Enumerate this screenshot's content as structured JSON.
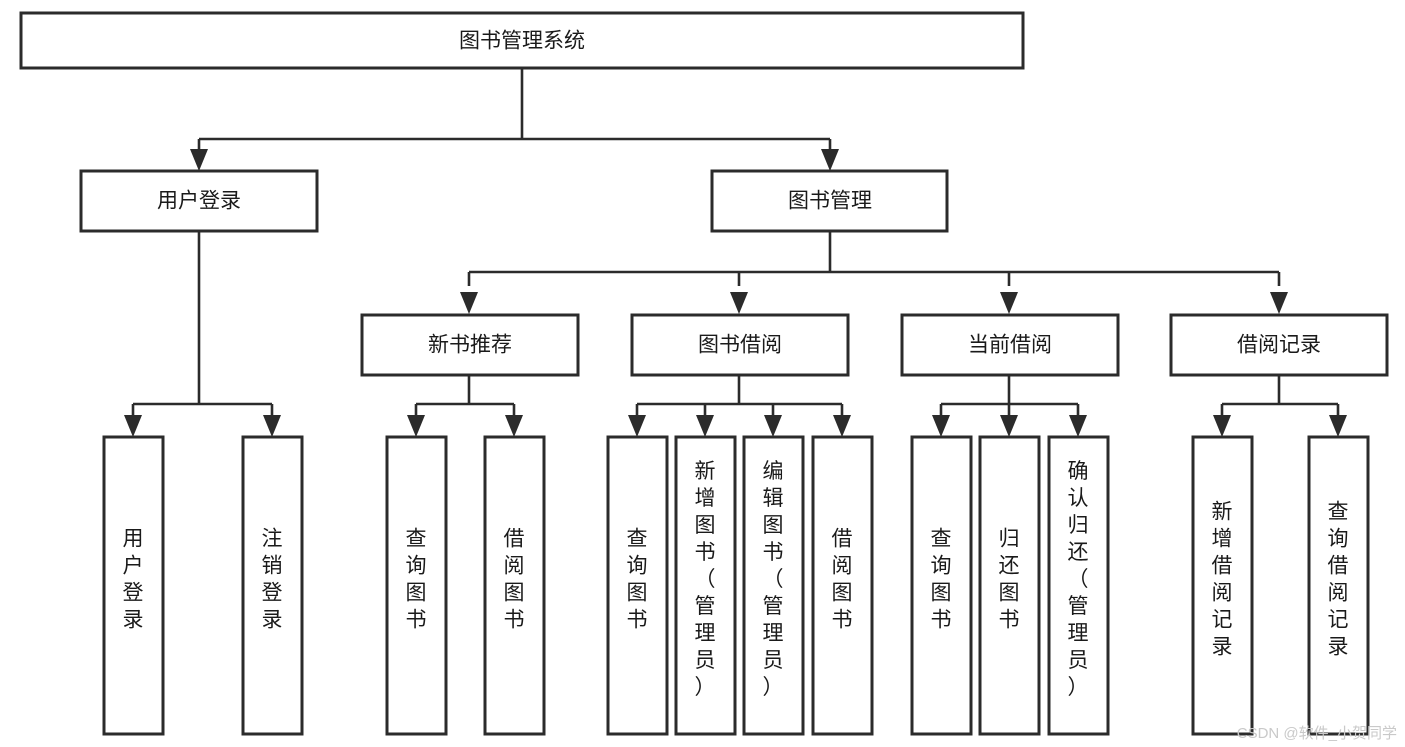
{
  "diagram": {
    "type": "tree",
    "title": "图书管理系统",
    "root": {
      "label": "图书管理系统"
    },
    "level2": [
      {
        "id": "user-login",
        "label": "用户登录"
      },
      {
        "id": "book-manage",
        "label": "图书管理"
      }
    ],
    "level3": [
      {
        "id": "new-book-recommend",
        "label": "新书推荐",
        "parent": "book-manage"
      },
      {
        "id": "book-borrow",
        "label": "图书借阅",
        "parent": "book-manage"
      },
      {
        "id": "current-borrow",
        "label": "当前借阅",
        "parent": "book-manage"
      },
      {
        "id": "borrow-record",
        "label": "借阅记录",
        "parent": "book-manage"
      }
    ],
    "leaves": [
      {
        "id": "leaf-user-login",
        "label": "用户登录",
        "parent": "user-login"
      },
      {
        "id": "leaf-user-logout",
        "label": "注销登录",
        "parent": "user-login"
      },
      {
        "id": "leaf-query-book-1",
        "label": "查询图书",
        "parent": "new-book-recommend"
      },
      {
        "id": "leaf-borrow-book-1",
        "label": "借阅图书",
        "parent": "new-book-recommend"
      },
      {
        "id": "leaf-query-book-2",
        "label": "查询图书",
        "parent": "book-borrow"
      },
      {
        "id": "leaf-add-book",
        "label": "新增图书（管理员）",
        "parent": "book-borrow"
      },
      {
        "id": "leaf-edit-book",
        "label": "编辑图书（管理员）",
        "parent": "book-borrow"
      },
      {
        "id": "leaf-borrow-book-2",
        "label": "借阅图书",
        "parent": "book-borrow"
      },
      {
        "id": "leaf-query-book-3",
        "label": "查询图书",
        "parent": "current-borrow"
      },
      {
        "id": "leaf-return-book",
        "label": "归还图书",
        "parent": "current-borrow"
      },
      {
        "id": "leaf-confirm-return",
        "label": "确认归还（管理员）",
        "parent": "current-borrow"
      },
      {
        "id": "leaf-add-record",
        "label": "新增借阅记录",
        "parent": "borrow-record"
      },
      {
        "id": "leaf-query-record",
        "label": "查询借阅记录",
        "parent": "borrow-record"
      }
    ],
    "colors": {
      "box_stroke": "#2b2b2b",
      "box_fill": "#ffffff",
      "connector": "#2b2b2b",
      "text": "#1a1a1a",
      "background": "#ffffff",
      "watermark": "#c9c9c9"
    }
  },
  "watermark": {
    "text": "CSDN @软件_小贺同学"
  }
}
